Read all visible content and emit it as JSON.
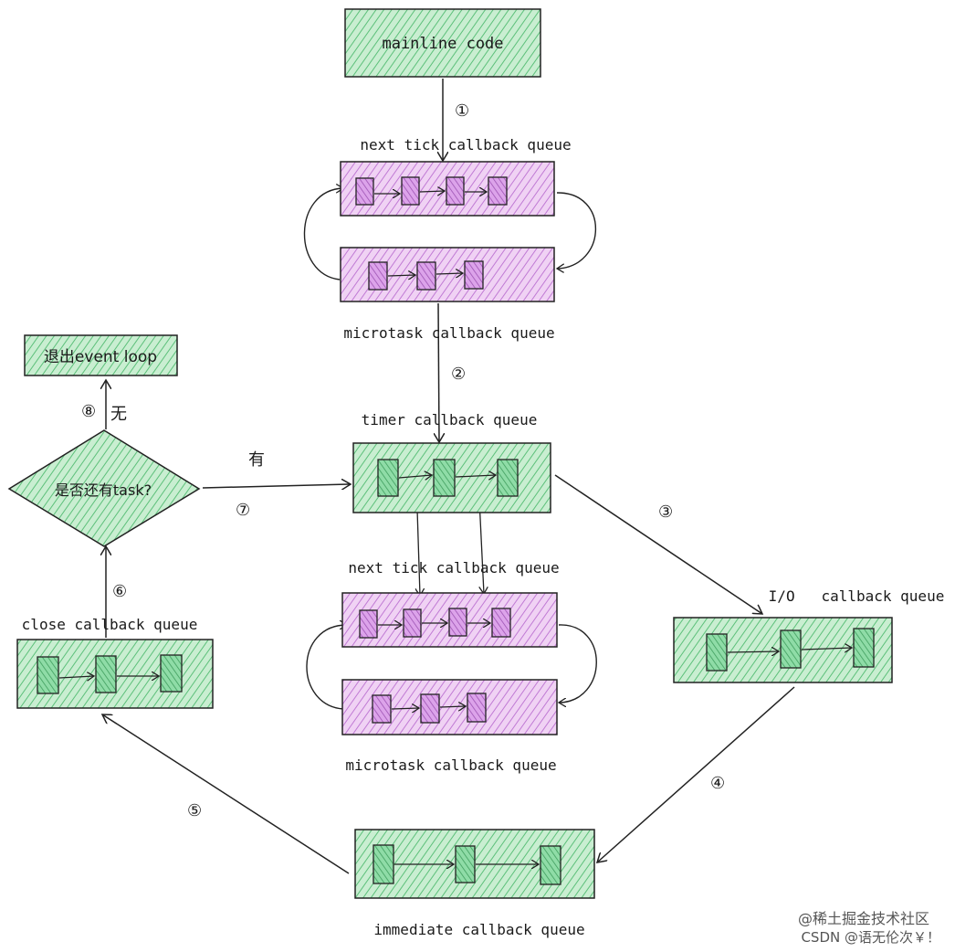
{
  "colors": {
    "green_fill": "#b7e7c2",
    "green_item": "#7fd49a",
    "purple_fill": "#e6b8ee",
    "purple_item": "#cf8ee0",
    "stroke": "#222222"
  },
  "nodes": {
    "mainline": "mainline code",
    "next_tick_1": "next tick callback queue",
    "microtask_1": "microtask callback queue",
    "timer": "timer callback queue",
    "next_tick_2": "next tick callback queue",
    "microtask_2": "microtask callback queue",
    "io": "I/O   callback queue",
    "immediate": "immediate callback queue",
    "close": "close callback queue",
    "exit": "退出event loop",
    "decision": "是否还有task?"
  },
  "edge_labels": {
    "step1": "①",
    "step2": "②",
    "step3": "③",
    "step4": "④",
    "step5": "⑤",
    "step6": "⑥",
    "step7": "⑦",
    "step8": "⑧",
    "yes": "有",
    "no": "无"
  },
  "watermark": {
    "line1": "@稀土掘金技术社区",
    "line2": "CSDN @语无伦次￥！"
  }
}
